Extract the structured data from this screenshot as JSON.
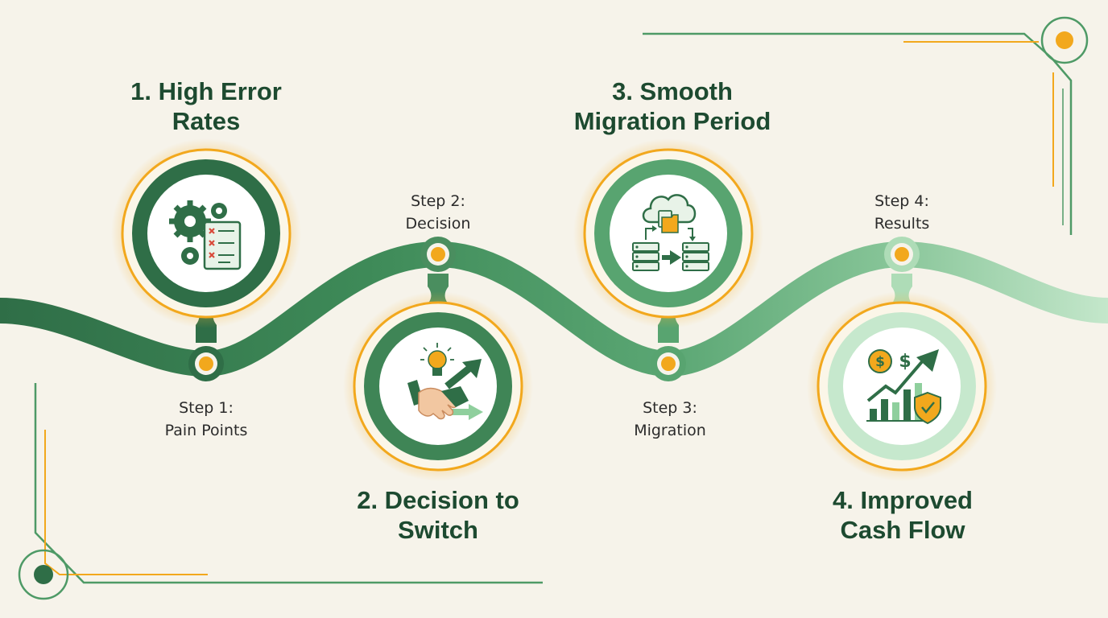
{
  "steps": [
    {
      "title_line1": "1. High Error",
      "title_line2": "Rates",
      "label_line1": "Step 1:",
      "label_line2": "Pain Points",
      "icon": "gears-error-document-icon"
    },
    {
      "title_line1": "2. Decision to",
      "title_line2": "Switch",
      "label_line1": "Step 2:",
      "label_line2": "Decision",
      "icon": "handshake-lightbulb-growth-icon"
    },
    {
      "title_line1": "3. Smooth",
      "title_line2": "Migration Period",
      "label_line1": "Step 3:",
      "label_line2": "Migration",
      "icon": "cloud-server-migration-icon"
    },
    {
      "title_line1": "4. Improved",
      "title_line2": "Cash Flow",
      "label_line1": "Step 4:",
      "label_line2": "Results",
      "icon": "dollar-growth-chart-shield-icon"
    }
  ],
  "colors": {
    "background": "#f6f3ea",
    "dark_green": "#2f6e47",
    "mid_green": "#58a470",
    "light_green": "#bfe3c6",
    "accent_orange": "#f2a81d",
    "title_text": "#1d4a30"
  }
}
